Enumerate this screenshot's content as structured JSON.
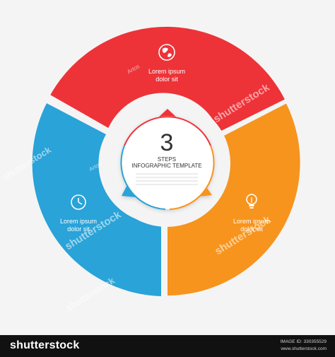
{
  "diagram": {
    "center": {
      "number": "3",
      "line1": "STEPS",
      "line2": "INFOGRAPHIC TEMPLATE"
    },
    "segments": [
      {
        "key": "red",
        "color": "#ed3338",
        "icon": "globe-icon",
        "line1": "Lorem ipsum",
        "line2": "dolor sit"
      },
      {
        "key": "orange",
        "color": "#f7941d",
        "icon": "lightbulb-icon",
        "line1": "Lorem ipsum",
        "line2": "dolor sit"
      },
      {
        "key": "blue",
        "color": "#29a3d8",
        "icon": "clock-icon",
        "line1": "Lorem ipsum",
        "line2": "dolor sit"
      }
    ],
    "ring_color": "#ffffff"
  },
  "watermark": {
    "text": "shutterstock",
    "author": "Artos"
  },
  "footer": {
    "logo": "shutterstock",
    "image_id_label": "IMAGE ID: 330355529",
    "site": "www.shutterstock.com"
  }
}
